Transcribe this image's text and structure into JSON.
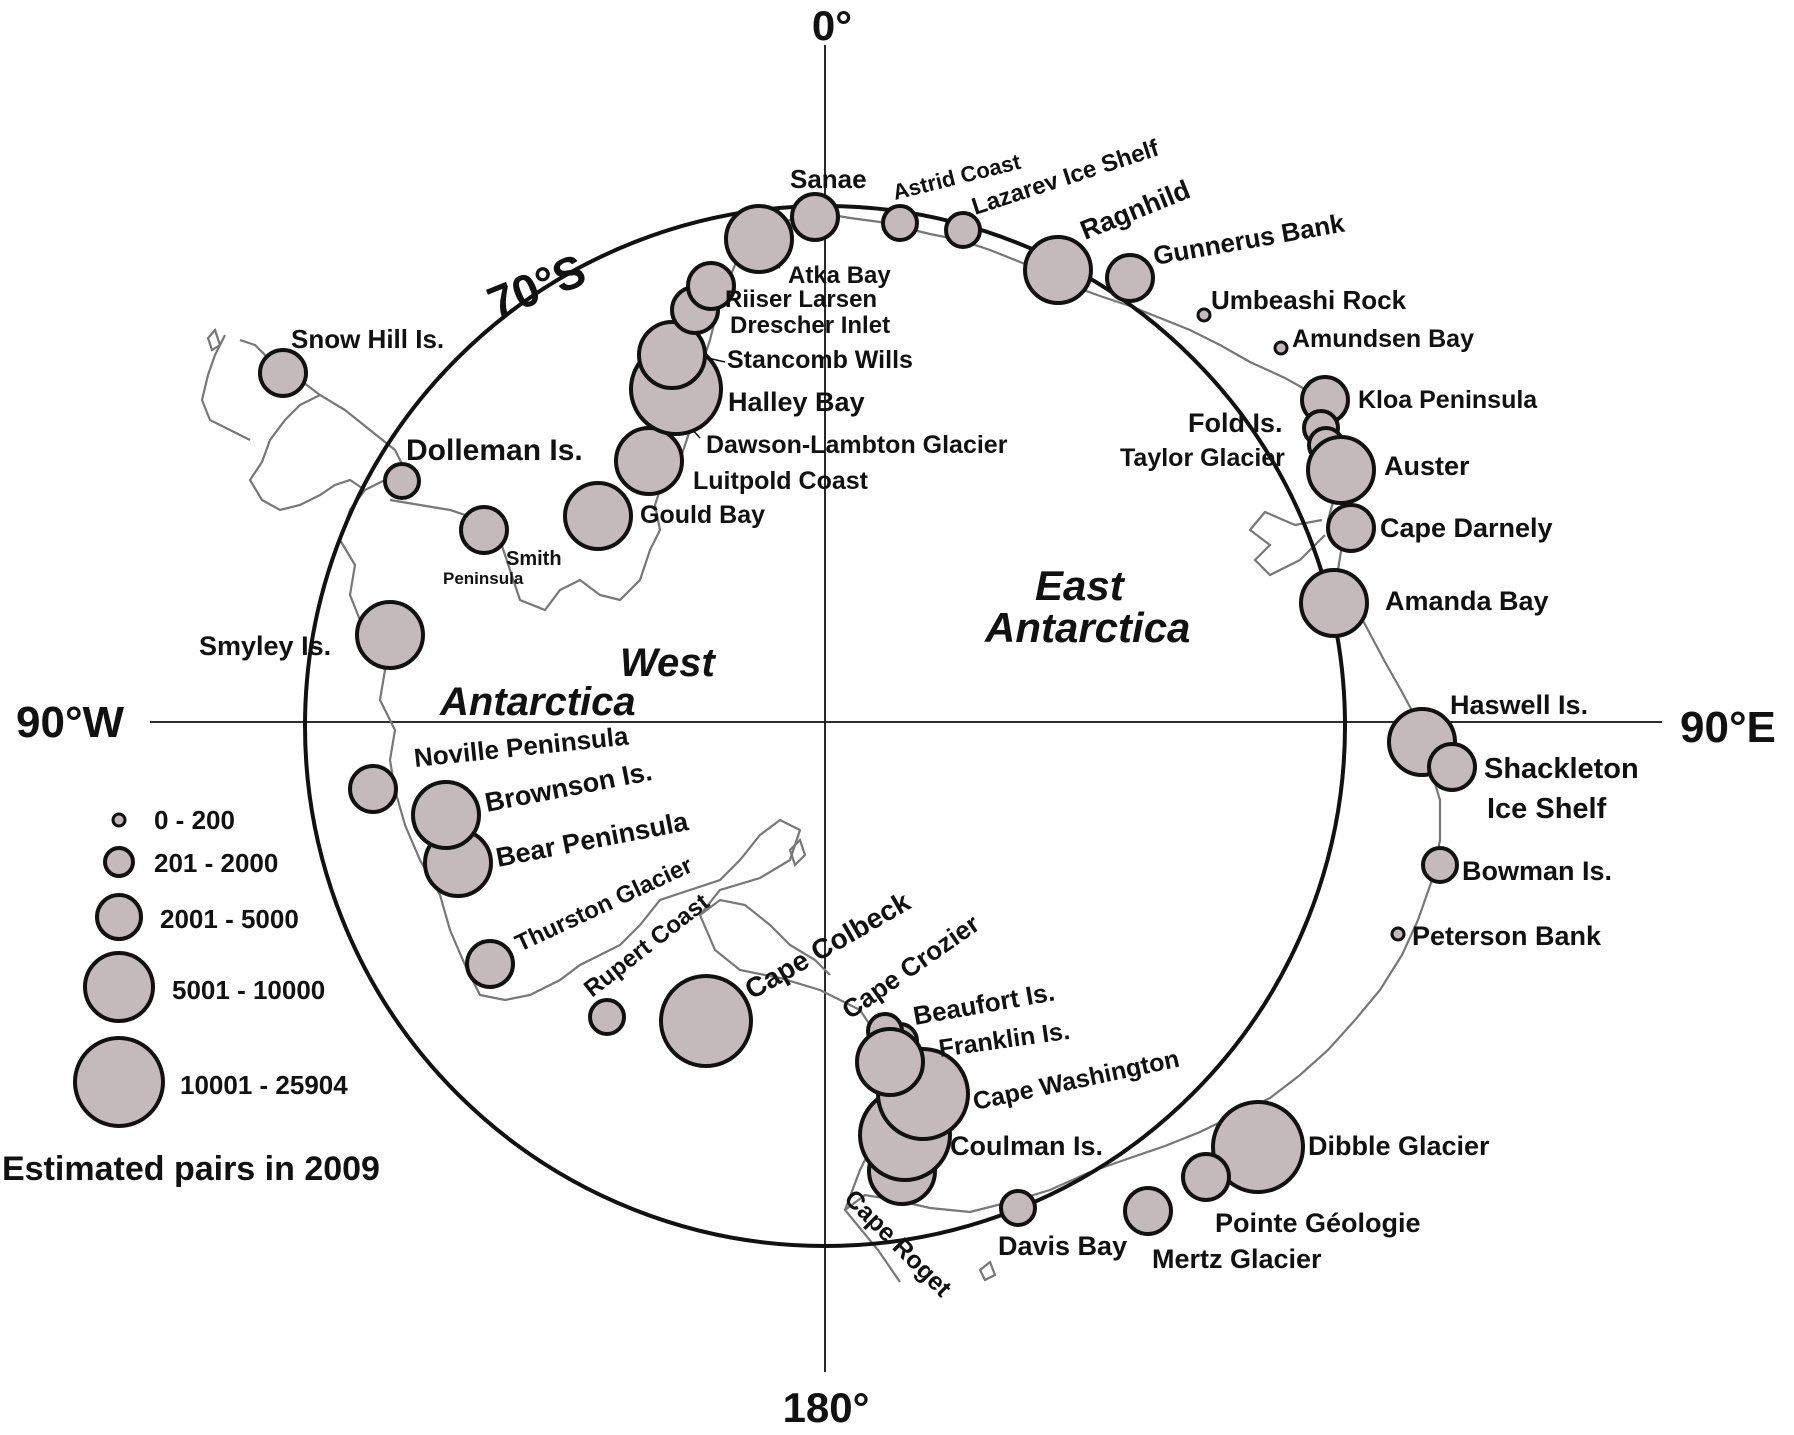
{
  "axes": {
    "top": "0°",
    "bottom": "180°",
    "left": "90°W",
    "right": "90°E"
  },
  "latitude_label": "70°S",
  "regions": {
    "west": [
      "West",
      "Antarctica"
    ],
    "east": [
      "East",
      "Antarctica"
    ]
  },
  "legend": {
    "title": "Estimated pairs in 2009",
    "classes": [
      {
        "label": "0 - 200",
        "size_class": 1
      },
      {
        "label": "201 - 2000",
        "size_class": 2
      },
      {
        "label": "2001 - 5000",
        "size_class": 3
      },
      {
        "label": "5001 - 10000",
        "size_class": 4
      },
      {
        "label": "10001 - 25904",
        "size_class": 5
      }
    ]
  },
  "colors": {
    "colony_fill": "#c4b9bb",
    "outline": "#111111",
    "coast": "#777777"
  },
  "colonies": [
    {
      "name": "Sanae",
      "size_class": 3
    },
    {
      "name": "Astrid Coast",
      "size_class": 2
    },
    {
      "name": "Lazarev Ice Shelf",
      "size_class": 2
    },
    {
      "name": "Ragnhild",
      "size_class": 4
    },
    {
      "name": "Gunnerus Bank",
      "size_class": 3
    },
    {
      "name": "Umbeashi Rock",
      "size_class": 1
    },
    {
      "name": "Amundsen Bay",
      "size_class": 1
    },
    {
      "name": "Kloa Peninsula",
      "size_class": 3
    },
    {
      "name": "Fold Is.",
      "size_class": 2
    },
    {
      "name": "Taylor Glacier",
      "size_class": 2
    },
    {
      "name": "Auster",
      "size_class": 4
    },
    {
      "name": "Cape Darnely",
      "size_class": 3
    },
    {
      "name": "Amanda Bay",
      "size_class": 4
    },
    {
      "name": "Haswell Is.",
      "size_class": 4
    },
    {
      "name": "Shackleton Ice Shelf",
      "size_class": 3
    },
    {
      "name": "Bowman Is.",
      "size_class": 2
    },
    {
      "name": "Peterson Bank",
      "size_class": 1
    },
    {
      "name": "Dibble Glacier",
      "size_class": 5
    },
    {
      "name": "Pointe Géologie",
      "size_class": 3
    },
    {
      "name": "Mertz Glacier",
      "size_class": 3
    },
    {
      "name": "Davis Bay",
      "size_class": 2
    },
    {
      "name": "Cape Roget",
      "size_class": 4
    },
    {
      "name": "Coulman Is.",
      "size_class": 5
    },
    {
      "name": "Cape Washington",
      "size_class": 5
    },
    {
      "name": "Franklin Is.",
      "size_class": 2
    },
    {
      "name": "Beaufort Is.",
      "size_class": 2
    },
    {
      "name": "Cape Crozier",
      "size_class": 4
    },
    {
      "name": "Cape Colbeck",
      "size_class": 5
    },
    {
      "name": "Rupert Coast",
      "size_class": 2
    },
    {
      "name": "Thurston Glacier",
      "size_class": 3
    },
    {
      "name": "Bear Peninsula",
      "size_class": 4
    },
    {
      "name": "Brownson Is.",
      "size_class": 4
    },
    {
      "name": "Noville Peninsula",
      "size_class": 3
    },
    {
      "name": "Smyley Is.",
      "size_class": 4
    },
    {
      "name": "Smith Peninsula",
      "size_class": 3
    },
    {
      "name": "Dolleman Is.",
      "size_class": 2
    },
    {
      "name": "Snow Hill Is.",
      "size_class": 3
    },
    {
      "name": "Gould Bay",
      "size_class": 4
    },
    {
      "name": "Luitpold Coast",
      "size_class": 4
    },
    {
      "name": "Dawson-Lambton Glacier",
      "size_class": 3
    },
    {
      "name": "Halley Bay",
      "size_class": 5
    },
    {
      "name": "Stancomb Wills",
      "size_class": 4
    },
    {
      "name": "Drescher Inlet",
      "size_class": 3
    },
    {
      "name": "Riiser Larsen",
      "size_class": 3
    },
    {
      "name": "Atka Bay",
      "size_class": 4
    }
  ]
}
